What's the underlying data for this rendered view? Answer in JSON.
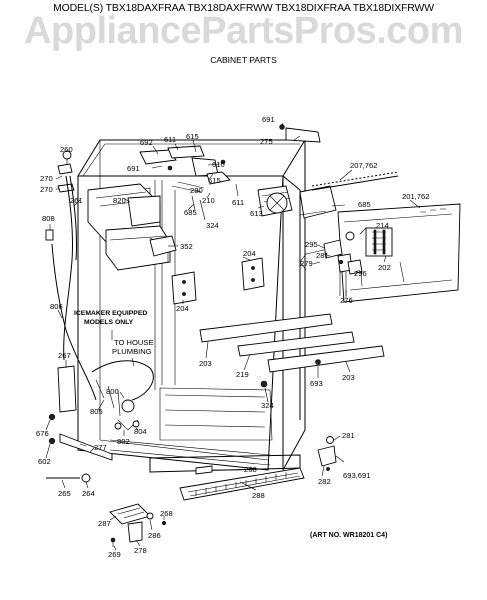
{
  "header": {
    "models": "MODEL(S) TBX18DAXFRAA TBX18DAXFRWW TBX18DIXFRAA TBX18DIXFRWW",
    "watermark": "AppliancePartsPros.com",
    "subtitle": "CABINET PARTS"
  },
  "notes": {
    "icemaker_line1": "ICEMAKER EQUIPPED",
    "icemaker_line2": "MODELS ONLY",
    "plumbing_line1": "TO HOUSE",
    "plumbing_line2": "PLUMBING"
  },
  "art_no": "(ART NO. WR18201 C4)",
  "callouts": [
    "691",
    "275",
    "692",
    "611",
    "615",
    "691",
    "610",
    "615",
    "280",
    "210",
    "685",
    "611",
    "613",
    "207,762",
    "260",
    "270",
    "270",
    "261",
    "820",
    "324",
    "685",
    "201,762",
    "352",
    "808",
    "214",
    "295",
    "204",
    "279",
    "281",
    "202",
    "296",
    "204",
    "276",
    "806",
    "203",
    "267",
    "219",
    "693",
    "800",
    "805",
    "324",
    "203",
    "676",
    "802",
    "804",
    "281",
    "602",
    "277",
    "282",
    "693,691",
    "268",
    "265",
    "264",
    "288",
    "287",
    "286",
    "268",
    "269",
    "278"
  ]
}
